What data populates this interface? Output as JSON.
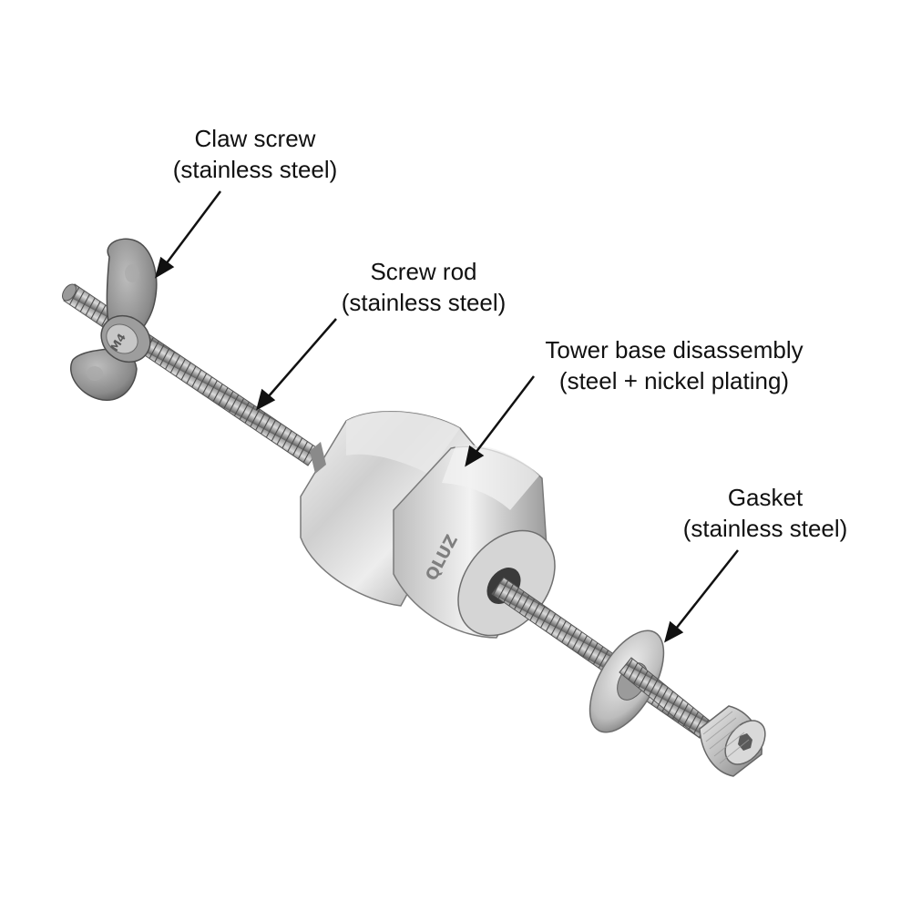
{
  "callouts": {
    "claw": {
      "name": "Claw screw",
      "material": "(stainless steel)"
    },
    "rod": {
      "name": "Screw rod",
      "material": "(stainless steel)"
    },
    "tower": {
      "name": "Tower base disassembly",
      "material": "(steel + nickel plating)"
    },
    "gasket": {
      "name": "Gasket",
      "material": "(stainless steel)"
    }
  },
  "engraving": "QLUZ",
  "wingnut_mark": "M4",
  "colors": {
    "background": "#ffffff",
    "text": "#111111",
    "arrow": "#111111",
    "metal_light": "#e6e6e6",
    "metal_mid": "#b9b9b9",
    "metal_dark": "#6f6f6f",
    "thread": "#8a8a8a"
  }
}
